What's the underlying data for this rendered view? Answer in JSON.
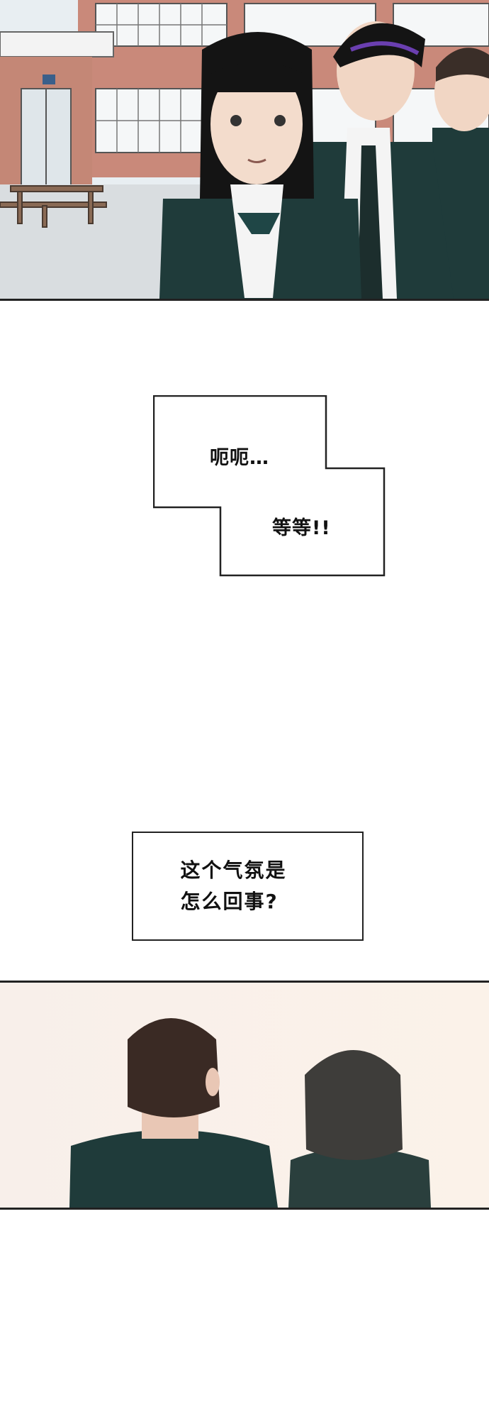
{
  "comic": {
    "panel1": {
      "description_icon": "school-courtyard-scene"
    },
    "bubble_pair": {
      "line1": "呃呃…",
      "line2": "等等!!"
    },
    "question_box": {
      "line1": "这个气氛是",
      "line2": "怎么回事?"
    },
    "panel2": {
      "description_icon": "students-back-view-scene"
    }
  },
  "colors": {
    "uniform": "#1f3b3a",
    "hair": "#1a1a1a",
    "brick": "#c98a7a",
    "sky": "#dfe9ef",
    "background": "#ffffff"
  }
}
